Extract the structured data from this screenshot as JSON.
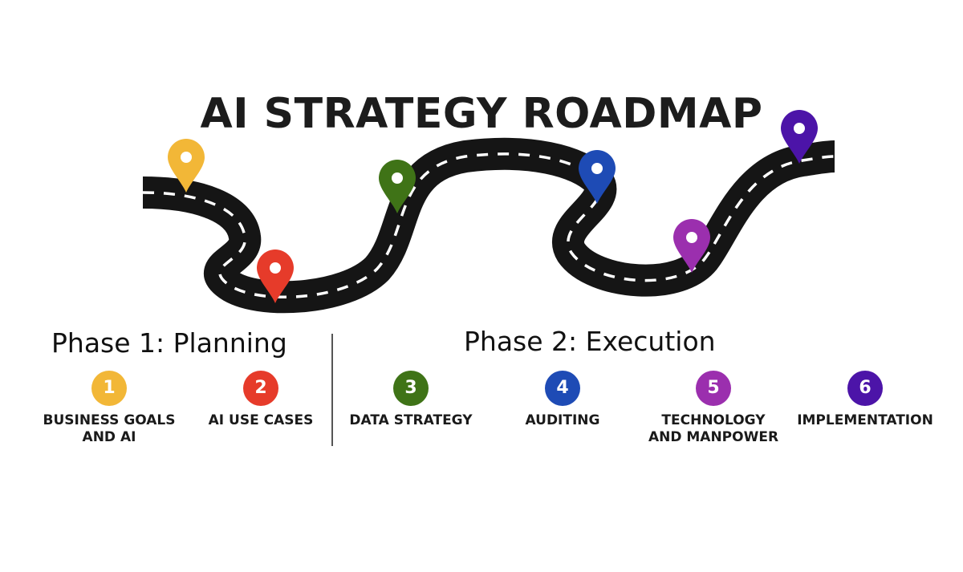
{
  "title": "AI STRATEGY ROADMAP",
  "phases": [
    {
      "title": "Phase 1: Planning"
    },
    {
      "title": "Phase 2: Execution"
    }
  ],
  "steps": [
    {
      "number": "1",
      "label": "BUSINESS GOALS\nAND AI",
      "color": "#f2b737"
    },
    {
      "number": "2",
      "label": "AI  USE CASES",
      "color": "#e63b2a"
    },
    {
      "number": "3",
      "label": "DATA STRATEGY",
      "color": "#3f7317"
    },
    {
      "number": "4",
      "label": "AUDITING",
      "color": "#1e4bb5"
    },
    {
      "number": "5",
      "label": "TECHNOLOGY\nAND MANPOWER",
      "color": "#9b2fae"
    },
    {
      "number": "6",
      "label": "IMPLEMENTATION",
      "color": "#4c14a8"
    }
  ],
  "road_color": "#151515",
  "lane_color": "#ffffff"
}
